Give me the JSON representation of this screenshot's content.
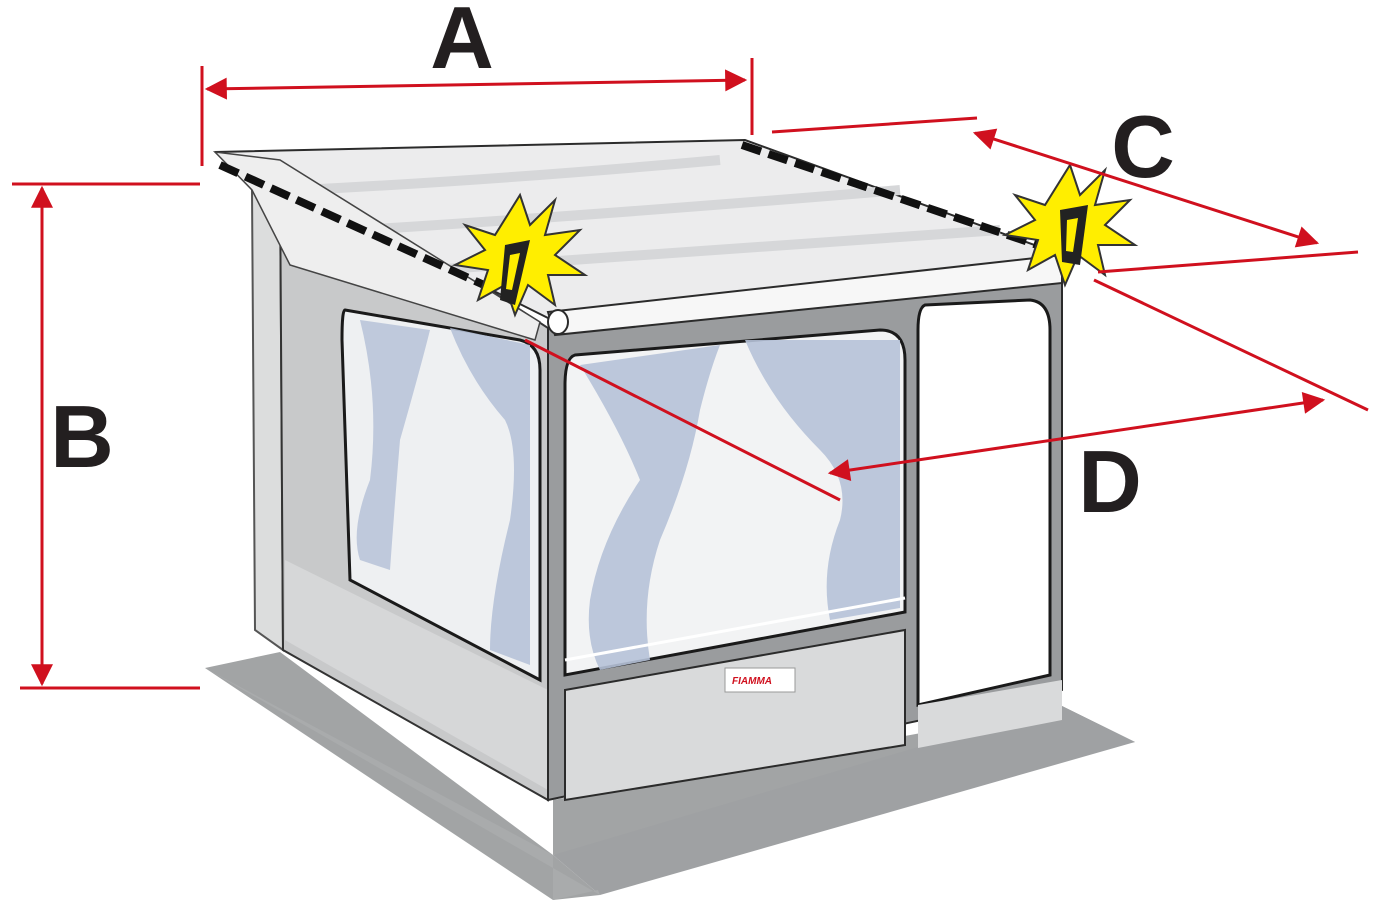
{
  "labels": {
    "a": "A",
    "b": "B",
    "c": "C",
    "d": "D"
  },
  "logo": {
    "brand": "FIAMMA"
  },
  "colors": {
    "dimension": "#d0101e",
    "text": "#231f20",
    "ground": "#a2a4a5",
    "panel": "#d9dadb",
    "frame": "#9a9c9e",
    "window": "#f4f5f6",
    "curtain": "#b6c2d8",
    "warning": "#ffee00"
  },
  "icons": {
    "warning_left": "warning-burst-icon",
    "warning_right": "warning-burst-icon"
  }
}
